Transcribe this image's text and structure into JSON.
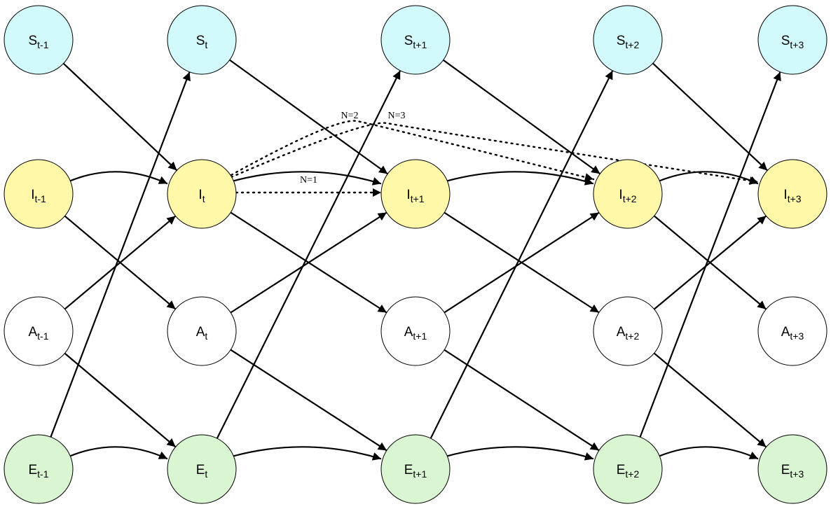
{
  "colors": {
    "S": "#d2fafd",
    "I": "#fff8a8",
    "A": "#ffffff",
    "E": "#daf5d2",
    "stroke": "#000000"
  },
  "nodes": [
    {
      "id": "S_t-1",
      "base": "S",
      "sub": "t-1"
    },
    {
      "id": "S_t",
      "base": "S",
      "sub": "t"
    },
    {
      "id": "S_t+1",
      "base": "S",
      "sub": "t+1"
    },
    {
      "id": "S_t+2",
      "base": "S",
      "sub": "t+2"
    },
    {
      "id": "S_t+3",
      "base": "S",
      "sub": "t+3"
    },
    {
      "id": "I_t-1",
      "base": "I",
      "sub": "t-1"
    },
    {
      "id": "I_t",
      "base": "I",
      "sub": "t"
    },
    {
      "id": "I_t+1",
      "base": "I",
      "sub": "t+1"
    },
    {
      "id": "I_t+2",
      "base": "I",
      "sub": "t+2"
    },
    {
      "id": "I_t+3",
      "base": "I",
      "sub": "t+3"
    },
    {
      "id": "A_t-1",
      "base": "A",
      "sub": "t-1"
    },
    {
      "id": "A_t",
      "base": "A",
      "sub": "t"
    },
    {
      "id": "A_t+1",
      "base": "A",
      "sub": "t+1"
    },
    {
      "id": "A_t+2",
      "base": "A",
      "sub": "t+2"
    },
    {
      "id": "A_t+3",
      "base": "A",
      "sub": "t+3"
    },
    {
      "id": "E_t-1",
      "base": "E",
      "sub": "t-1"
    },
    {
      "id": "E_t",
      "base": "E",
      "sub": "t"
    },
    {
      "id": "E_t+1",
      "base": "E",
      "sub": "t+1"
    },
    {
      "id": "E_t+2",
      "base": "E",
      "sub": "t+2"
    },
    {
      "id": "E_t+3",
      "base": "E",
      "sub": "t+3"
    }
  ],
  "edges": [
    {
      "from": "S_t-1",
      "to": "I_t"
    },
    {
      "from": "S_t",
      "to": "I_t+1"
    },
    {
      "from": "S_t+1",
      "to": "I_t+2"
    },
    {
      "from": "S_t+2",
      "to": "I_t+3"
    },
    {
      "from": "I_t-1",
      "to": "I_t",
      "curved": true
    },
    {
      "from": "I_t",
      "to": "I_t+1",
      "curved": true
    },
    {
      "from": "I_t+1",
      "to": "I_t+2",
      "curved": true
    },
    {
      "from": "I_t+2",
      "to": "I_t+3",
      "curved": true
    },
    {
      "from": "I_t-1",
      "to": "A_t"
    },
    {
      "from": "I_t",
      "to": "A_t+1"
    },
    {
      "from": "I_t+1",
      "to": "A_t+2"
    },
    {
      "from": "I_t+2",
      "to": "A_t+3"
    },
    {
      "from": "A_t-1",
      "to": "I_t"
    },
    {
      "from": "A_t",
      "to": "I_t+1"
    },
    {
      "from": "A_t+1",
      "to": "I_t+2"
    },
    {
      "from": "A_t+2",
      "to": "I_t+3"
    },
    {
      "from": "A_t-1",
      "to": "E_t"
    },
    {
      "from": "A_t",
      "to": "E_t+1"
    },
    {
      "from": "A_t+1",
      "to": "E_t+2"
    },
    {
      "from": "A_t+2",
      "to": "E_t+3"
    },
    {
      "from": "E_t-1",
      "to": "S_t"
    },
    {
      "from": "E_t",
      "to": "S_t+1"
    },
    {
      "from": "E_t+1",
      "to": "S_t+2"
    },
    {
      "from": "E_t+2",
      "to": "S_t+3"
    },
    {
      "from": "E_t-1",
      "to": "E_t",
      "curved": true
    },
    {
      "from": "E_t",
      "to": "E_t+1",
      "curved": true
    },
    {
      "from": "E_t+1",
      "to": "E_t+2",
      "curved": true
    },
    {
      "from": "E_t+2",
      "to": "E_t+3",
      "curved": true
    },
    {
      "from": "I_t",
      "to": "I_t+1",
      "dotted": true,
      "label": "N=1"
    },
    {
      "from": "I_t",
      "to": "I_t+2",
      "dotted": true,
      "label": "N=2"
    },
    {
      "from": "I_t",
      "to": "I_t+3",
      "dotted": true,
      "label": "N=3"
    }
  ]
}
